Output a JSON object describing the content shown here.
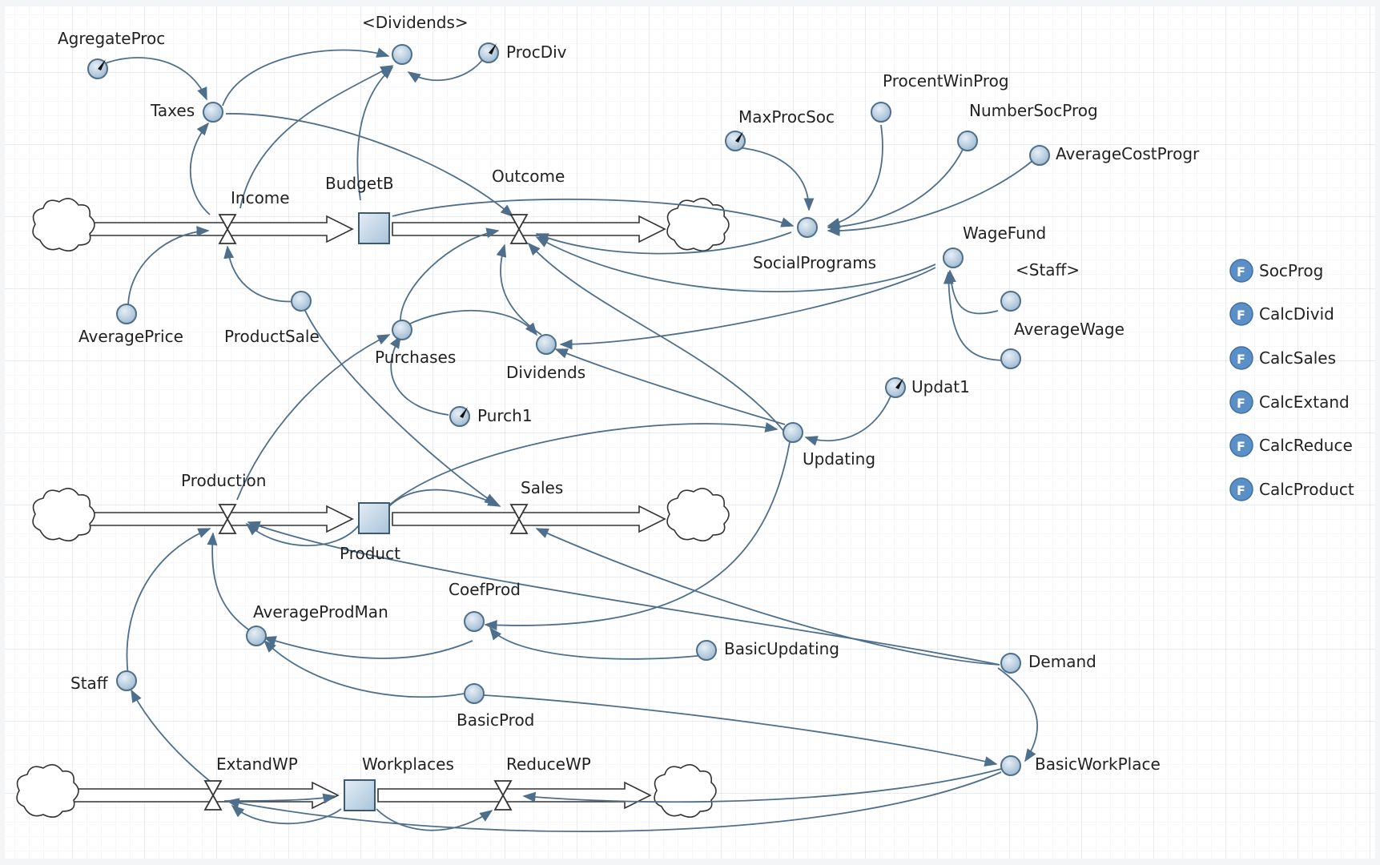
{
  "diagram": {
    "stocks": {
      "budget": "BudgetB",
      "product": "Product",
      "workplaces": "Workplaces"
    },
    "flows": {
      "income": "Income",
      "outcome": "Outcome",
      "production": "Production",
      "sales": "Sales",
      "extend": "ExtandWP",
      "reduce": "ReduceWP"
    },
    "variables": {
      "agregate_proc": "AgregateProc",
      "dividends_shadow": "<Dividends>",
      "proc_div": "ProcDiv",
      "taxes": "Taxes",
      "procent_win_prog": "ProcentWinProg",
      "max_proc_soc": "MaxProcSoc",
      "number_soc_prog": "NumberSocProg",
      "average_cost_progr": "AverageCostProgr",
      "social_programs": "SocialPrograms",
      "wage_fund": "WageFund",
      "staff_shadow": "<Staff>",
      "average_wage": "AverageWage",
      "average_price": "AveragePrice",
      "product_sale": "ProductSale",
      "purchases": "Purchases",
      "dividends": "Dividends",
      "purch1": "Purch1",
      "updat1": "Updat1",
      "updating": "Updating",
      "coef_prod": "CoefProd",
      "average_prod_man": "AverageProdMan",
      "basic_updating": "BasicUpdating",
      "demand": "Demand",
      "staff": "Staff",
      "basic_prod": "BasicProd",
      "basic_work_place": "BasicWorkPlace"
    },
    "functions": [
      "SocProg",
      "CalcDivid",
      "CalcSales",
      "CalcExtand",
      "CalcReduce",
      "CalcProduct"
    ],
    "colors": {
      "link": "#4e6f8c",
      "aux_fill": "#b9cee0",
      "stock_fill": "#c9dbea",
      "grid_fine": "#eceff2",
      "grid_major": "#d3d8dd",
      "function_badge": "#5b8fc7"
    }
  }
}
